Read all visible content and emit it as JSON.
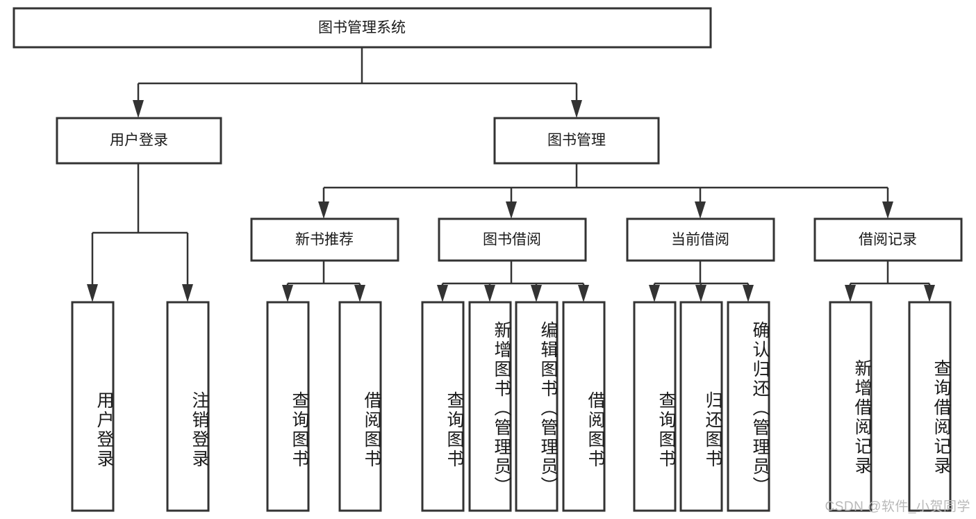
{
  "diagram": {
    "type": "tree-hierarchy",
    "title": "图书管理系统",
    "orientation": "top-down",
    "background_color": "#ffffff",
    "box_stroke_color": "#333333",
    "box_fill_color": "#ffffff",
    "text_color": "#1a1a1a",
    "root": {
      "label": "图书管理系统",
      "level": 0
    },
    "level1": [
      {
        "label": "用户登录",
        "level": 1
      },
      {
        "label": "图书管理",
        "level": 1
      }
    ],
    "level2": [
      {
        "label": "新书推荐",
        "level": 2,
        "parent": "图书管理"
      },
      {
        "label": "图书借阅",
        "level": 2,
        "parent": "图书管理"
      },
      {
        "label": "当前借阅",
        "level": 2,
        "parent": "图书管理"
      },
      {
        "label": "借阅记录",
        "level": 2,
        "parent": "图书管理"
      }
    ],
    "leaves": [
      {
        "label": "用户登录",
        "parent": "用户登录",
        "orientation": "vertical"
      },
      {
        "label": "注销登录",
        "parent": "用户登录",
        "orientation": "vertical"
      },
      {
        "label": "查询图书",
        "parent": "新书推荐",
        "orientation": "vertical"
      },
      {
        "label": "借阅图书",
        "parent": "新书推荐",
        "orientation": "vertical"
      },
      {
        "label": "查询图书",
        "parent": "图书借阅",
        "orientation": "vertical"
      },
      {
        "label": "新增图书（管理员）",
        "parent": "图书借阅",
        "orientation": "vertical"
      },
      {
        "label": "编辑图书（管理员）",
        "parent": "图书借阅",
        "orientation": "vertical"
      },
      {
        "label": "借阅图书",
        "parent": "图书借阅",
        "orientation": "vertical"
      },
      {
        "label": "查询图书",
        "parent": "当前借阅",
        "orientation": "vertical"
      },
      {
        "label": "归还图书",
        "parent": "当前借阅",
        "orientation": "vertical"
      },
      {
        "label": "确认归还（管理员）",
        "parent": "当前借阅",
        "orientation": "vertical"
      },
      {
        "label": "新增借阅记录",
        "parent": "借阅记录",
        "orientation": "vertical"
      },
      {
        "label": "查询借阅记录",
        "parent": "借阅记录",
        "orientation": "vertical"
      }
    ]
  },
  "watermark": {
    "text": "CSDN @软件_小贺同学",
    "color": "#b9b9b9"
  }
}
